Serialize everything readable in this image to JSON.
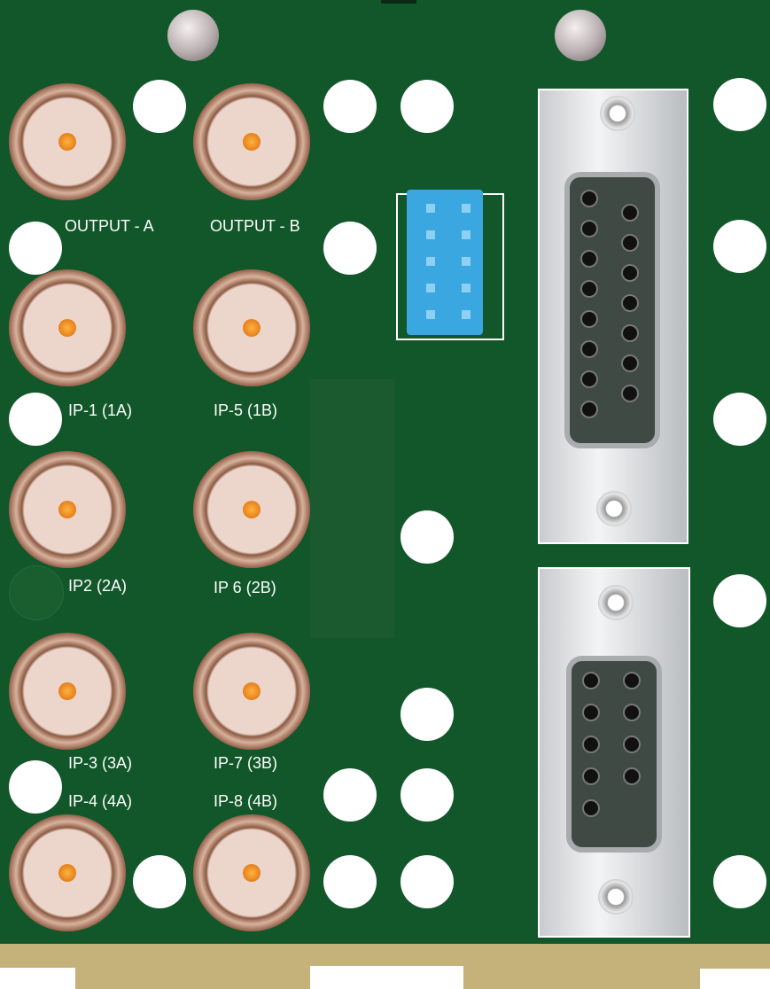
{
  "panel": {
    "labels": {
      "output_a": "OUTPUT - A",
      "output_b": "OUTPUT - B",
      "ip1": "IP-1   (1A)",
      "ip5": "IP-5  (1B)",
      "ip2": "IP2  (2A)",
      "ip6": "IP 6  (2B)",
      "ip3": "IP-3   (3A)",
      "ip7": "IP-7   (3B)",
      "ip4": "IP-4   (4A)",
      "ip8": "IP-8   (4B)"
    },
    "colors": {
      "pcb": "#12572a",
      "edge": "#c4b27a",
      "header": "#3aa7e0"
    }
  }
}
